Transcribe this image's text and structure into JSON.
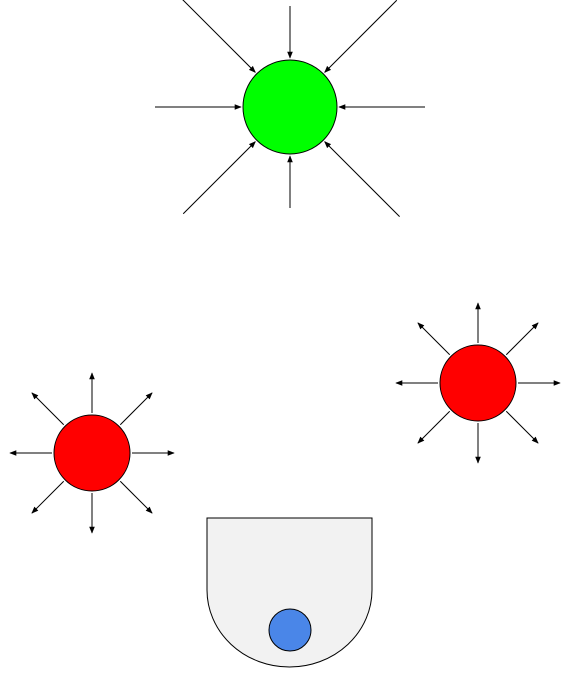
{
  "colors": {
    "background": "#ffffff",
    "attractor_fill": "#00ff00",
    "repeller_fill": "#ff0000",
    "bowl_fill": "#f2f2f2",
    "ball_fill": "#4a86e8",
    "stroke": "#000000"
  },
  "nodes": [
    {
      "id": "attractor",
      "kind": "attractor",
      "arrow_direction": "inward",
      "arrow_count": 8
    },
    {
      "id": "repeller-left",
      "kind": "repeller",
      "arrow_direction": "outward",
      "arrow_count": 8
    },
    {
      "id": "repeller-right",
      "kind": "repeller",
      "arrow_direction": "outward",
      "arrow_count": 8
    }
  ],
  "bowl": {
    "contains": "ball"
  }
}
